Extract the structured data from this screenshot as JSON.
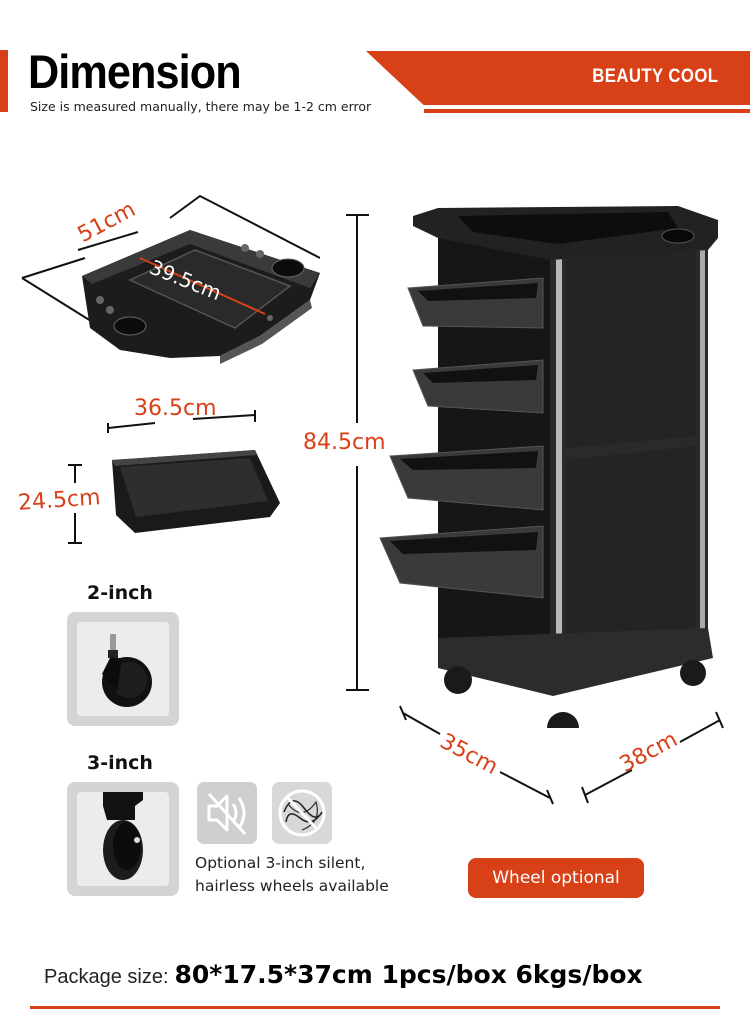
{
  "header": {
    "title": "Dimension",
    "subtitle": "Size is measured manually, there may be 1-2 cm error",
    "brand": "BEAUTY COOL",
    "accent_color": "#d84018"
  },
  "dimensions": {
    "top_tray_length": "51cm",
    "top_tray_inner": "39.5cm",
    "drawer_width": "36.5cm",
    "drawer_depth": "24.5cm",
    "cart_height": "84.5cm",
    "cart_depth": "35cm",
    "cart_width": "38cm"
  },
  "wheels": {
    "small": {
      "label": "2-inch",
      "icon": "caster-wheel-icon"
    },
    "large": {
      "label": "3-inch",
      "icon": "silent-wheel-icon"
    }
  },
  "features": {
    "icons": [
      "mute-speaker-icon",
      "no-hair-icon"
    ],
    "text_line1": "Optional 3-inch silent,",
    "text_line2": "hairless wheels available",
    "button": "Wheel optional"
  },
  "package": {
    "label": "Package size:",
    "value": "80*17.5*37cm 1pcs/box 6kgs/box"
  }
}
